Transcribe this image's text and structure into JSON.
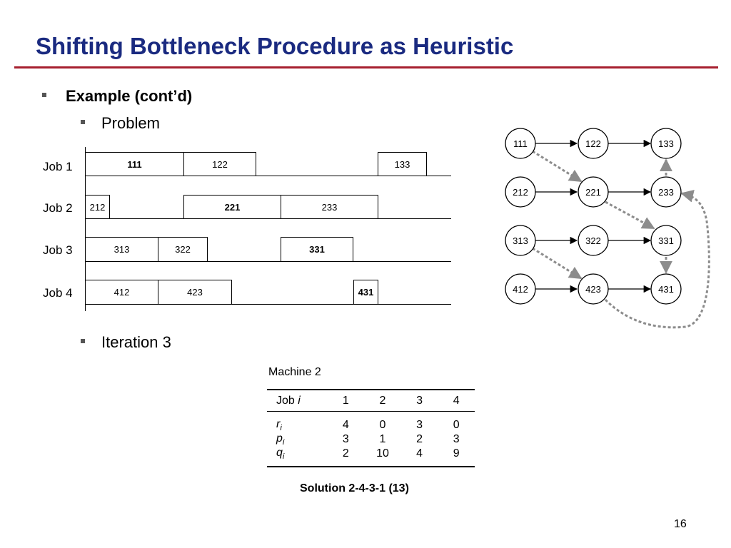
{
  "slide": {
    "title": "Shifting Bottleneck Procedure as Heuristic",
    "page_number": "16",
    "colors": {
      "title": "#1a2a80",
      "rule": "#a61f2f",
      "dashed_arrow": "#8c8c8c"
    }
  },
  "bullets": {
    "l1": "Example (cont’d)",
    "problem": "Problem",
    "iteration": "Iteration 3"
  },
  "gantt": {
    "jobs": [
      {
        "label": "Job 1",
        "ops": [
          {
            "text": "111",
            "bold": true
          },
          {
            "text": "122",
            "bold": false
          },
          {
            "text": "133",
            "bold": false
          }
        ]
      },
      {
        "label": "Job 2",
        "ops": [
          {
            "text": "212",
            "bold": false
          },
          {
            "text": "221",
            "bold": true
          },
          {
            "text": "233",
            "bold": false
          }
        ]
      },
      {
        "label": "Job 3",
        "ops": [
          {
            "text": "313",
            "bold": false
          },
          {
            "text": "322",
            "bold": false
          },
          {
            "text": "331",
            "bold": true
          }
        ]
      },
      {
        "label": "Job 4",
        "ops": [
          {
            "text": "412",
            "bold": false
          },
          {
            "text": "423",
            "bold": false
          },
          {
            "text": "431",
            "bold": true
          }
        ]
      }
    ]
  },
  "graph": {
    "nodes": [
      "111",
      "122",
      "133",
      "212",
      "221",
      "233",
      "313",
      "322",
      "331",
      "412",
      "423",
      "431"
    ]
  },
  "machine_table": {
    "title": "Machine 2",
    "header": {
      "label": "Job ",
      "var": "i",
      "cols": [
        "1",
        "2",
        "3",
        "4"
      ]
    },
    "rows": [
      {
        "sym": "r",
        "sub": "i",
        "values": [
          "4",
          "0",
          "3",
          "0"
        ]
      },
      {
        "sym": "p",
        "sub": "i",
        "values": [
          "3",
          "1",
          "2",
          "3"
        ]
      },
      {
        "sym": "q",
        "sub": "i",
        "values": [
          "2",
          "10",
          "4",
          "9"
        ]
      }
    ]
  },
  "solution": "Solution 2-4-3-1 (13)"
}
